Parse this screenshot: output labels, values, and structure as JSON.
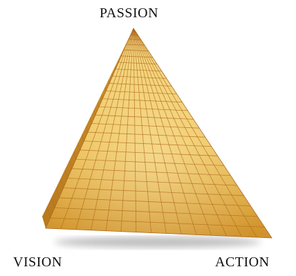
{
  "diagram": {
    "labels": {
      "top": "PASSION",
      "bottom_left": "VISION",
      "bottom_right": "ACTION"
    },
    "colors": {
      "face_light": "#f7dc88",
      "face_mid": "#ebbd50",
      "face_dark": "#cf912a",
      "side_face": "#b8791f",
      "grid_line": "#b06a1e"
    }
  }
}
